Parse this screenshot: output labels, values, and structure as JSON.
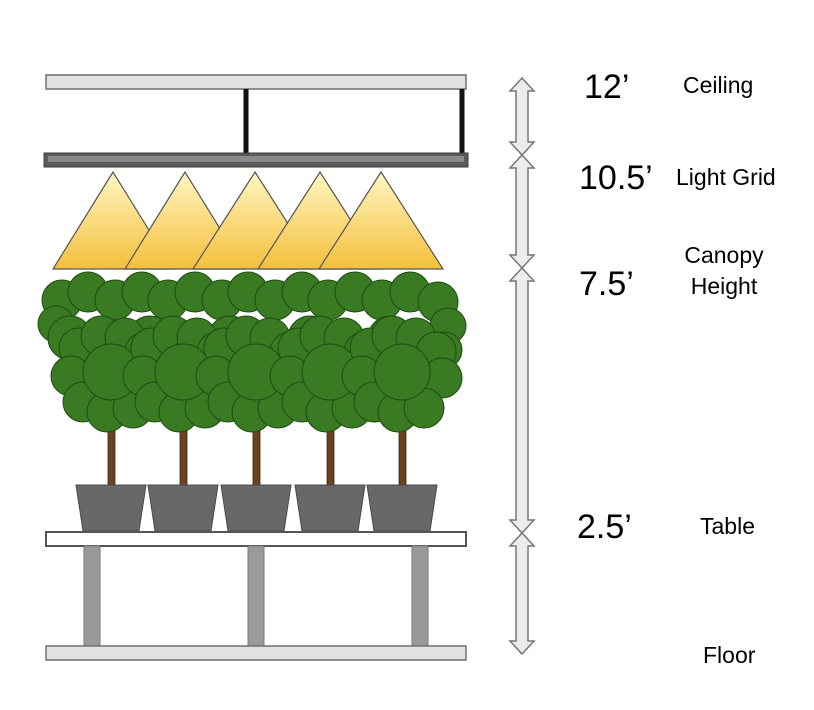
{
  "levels": [
    {
      "value": "12’",
      "name": "Ceiling"
    },
    {
      "value": "10.5’",
      "name": "Light Grid"
    },
    {
      "value": "7.5’",
      "name_lines": [
        "Canopy",
        "Height"
      ]
    },
    {
      "value": "2.5’",
      "name": "Table"
    },
    {
      "value": "",
      "name": "Floor"
    }
  ],
  "colors": {
    "rail_fill": "#e2e2e2",
    "rail_stroke": "#6f6f6f",
    "grid_bar": "#5b5b5b",
    "hanger": "#111111",
    "light_top": "#fff7c2",
    "light_bottom": "#f4bf3c",
    "foliage": "#3a7a22",
    "foliage_stroke": "#1e4d10",
    "trunk": "#6a4220",
    "pot": "#686868",
    "table_leg": "#9a9a9a",
    "arrow_fill": "#ececec",
    "arrow_stroke": "#777777"
  },
  "counts": {
    "lights": 5,
    "plants": 5
  },
  "icons": [
    "ceiling-rail",
    "light-grid-bar",
    "grow-light-cone",
    "potted-tree",
    "table",
    "floor-rail",
    "double-arrow"
  ]
}
